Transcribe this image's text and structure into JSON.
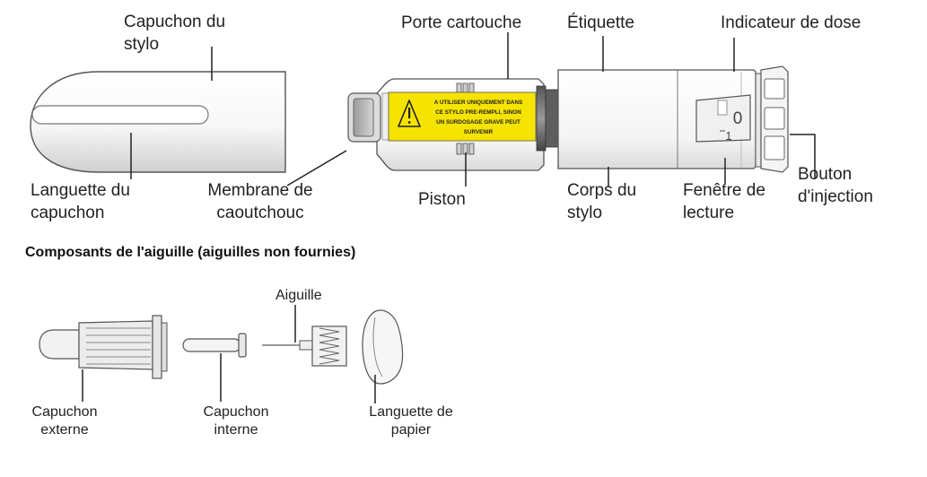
{
  "labels": {
    "pen_cap": [
      "Capuchon du",
      "stylo"
    ],
    "cap_clip": [
      "Languette du",
      "capuchon"
    ],
    "rubber_membrane": [
      "Membrane de",
      "caoutchouc"
    ],
    "cartridge_holder": "Porte cartouche",
    "piston": "Piston",
    "label": "Étiquette",
    "pen_body": [
      "Corps du",
      "stylo"
    ],
    "dose_indicator": "Indicateur de dose",
    "dose_window": [
      "Fenêtre de",
      "lecture"
    ],
    "injection_button": [
      "Bouton",
      "d'injection"
    ]
  },
  "warning_text": [
    "A UTILISER UNIQUEMENT DANS",
    "CE STYLO PRE-REMPLI, SINON",
    "UN SURDOSAGE GRAVE PEUT",
    "SURVENIR"
  ],
  "dose_window_digits": [
    "0",
    "1"
  ],
  "section_heading": "Composants de l'aiguille (aiguilles non fournies)",
  "needle_labels": {
    "outer_cap": [
      "Capuchon",
      "externe"
    ],
    "inner_cap": [
      "Capuchon",
      "interne"
    ],
    "needle": "Aiguille",
    "paper_tab": [
      "Languette de",
      "papier"
    ]
  },
  "colors": {
    "line": "#333333",
    "warning_yellow": "#f5e300",
    "shading": "#d8d8d8"
  }
}
